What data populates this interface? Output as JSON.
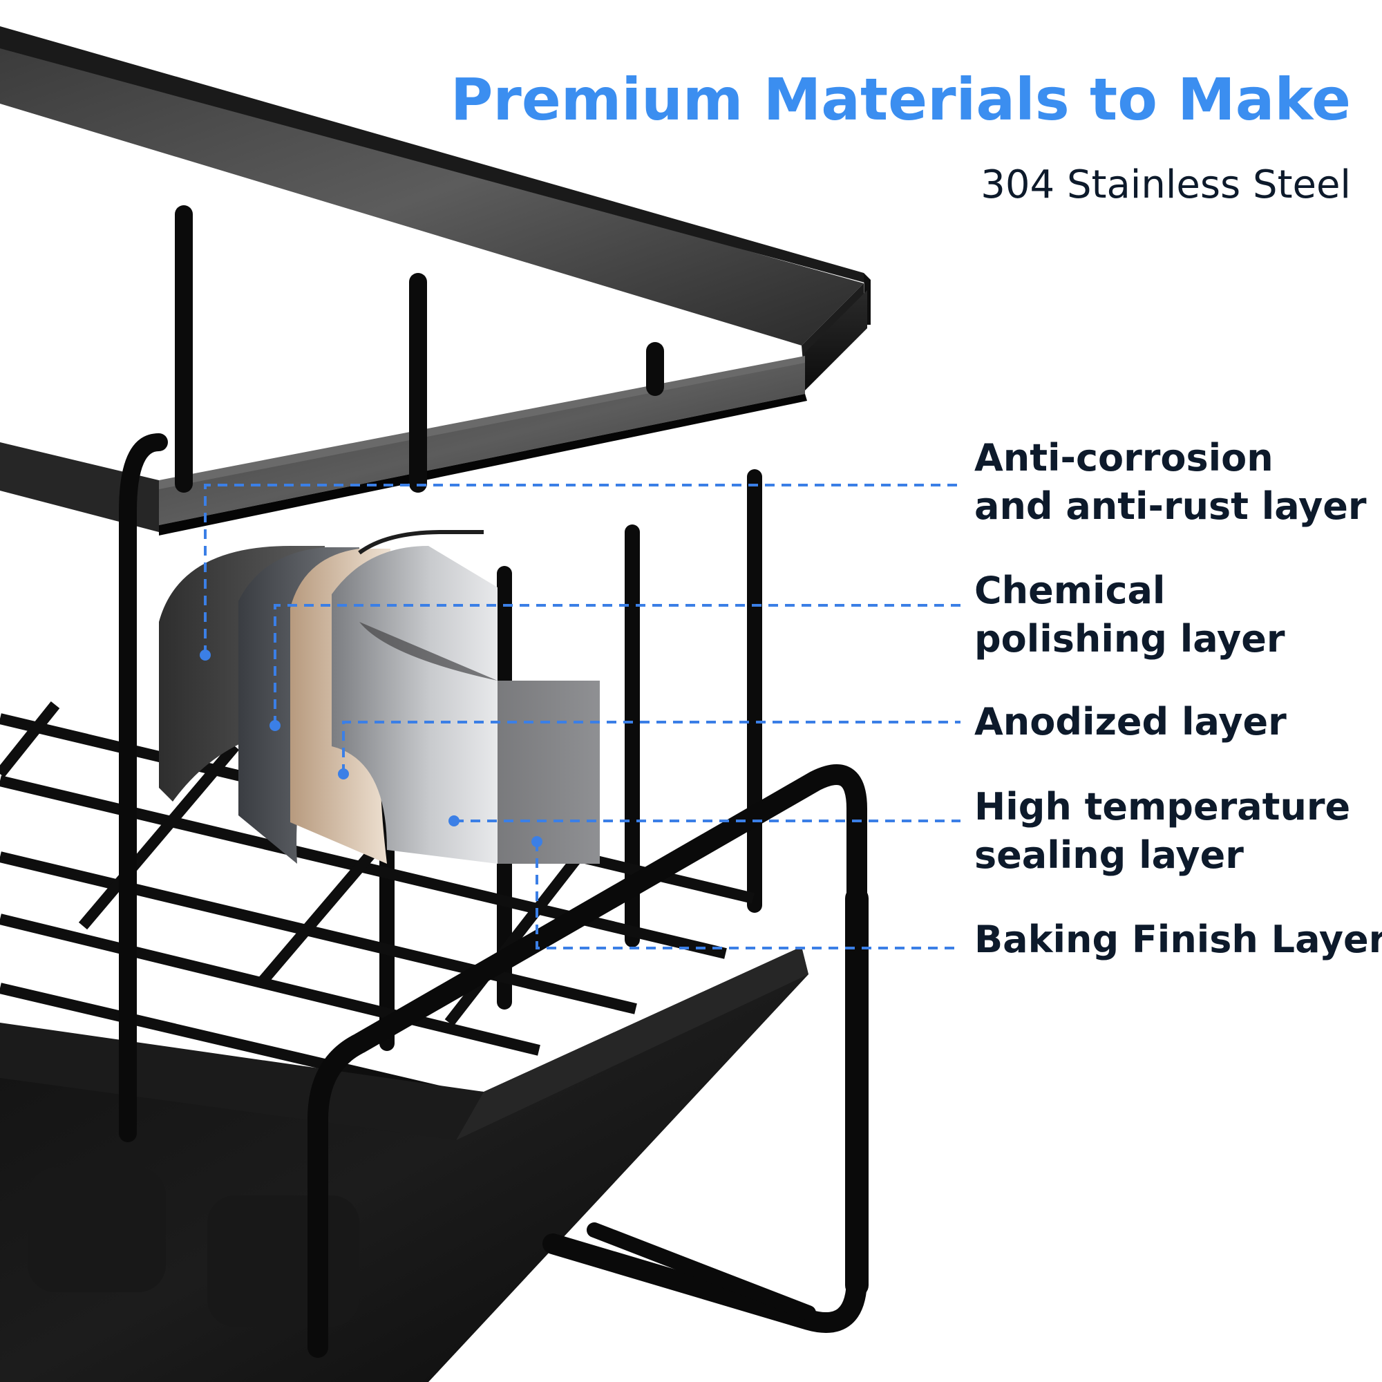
{
  "header": {
    "title": "Premium Materials to Make",
    "subtitle": "304 Stainless Steel"
  },
  "layers": [
    {
      "line1": "Anti-corrosion",
      "line2": "and anti-rust layer"
    },
    {
      "line1": "Chemical",
      "line2": "polishing layer"
    },
    {
      "line1": "Anodized layer",
      "line2": ""
    },
    {
      "line1": "High temperature",
      "line2": "sealing layer"
    },
    {
      "line1": "Baking Finish Layer",
      "line2": ""
    }
  ],
  "colors": {
    "accent": "#3b8ef0",
    "text": "#0d1a2b",
    "leader": "#3b7fe6",
    "rack": "#111111"
  }
}
